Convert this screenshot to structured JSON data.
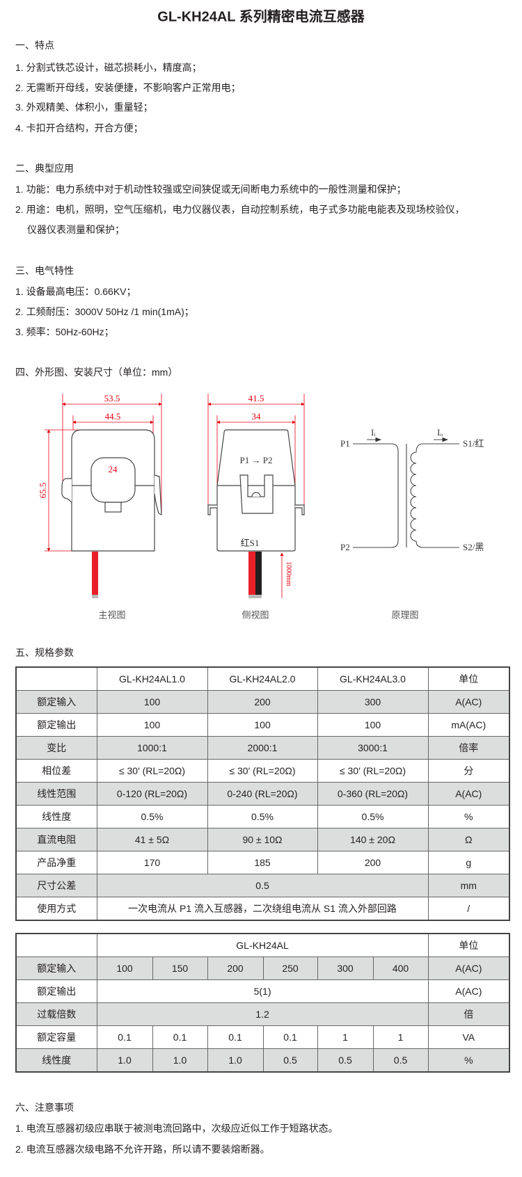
{
  "title": "GL-KH24AL 系列精密电流互感器",
  "sec1": {
    "heading": "一、特点",
    "items": [
      "1. 分割式铁芯设计，磁芯损耗小，精度高；",
      "2. 无需断开母线，安装便捷，不影响客户正常用电；",
      "3. 外观精美、体积小，重量轻；",
      "4. 卡扣开合结构，开合方便；"
    ]
  },
  "sec2": {
    "heading": "二、典型应用",
    "items": [
      "1. 功能：电力系统中对于机动性较强或空间狭促或无间断电力系统中的一般性测量和保护；",
      "2. 用途：电机，照明，空气压缩机，电力仪器仪表，自动控制系统，电子式多功能电能表及现场校验仪，",
      "仪器仪表测量和保护；"
    ]
  },
  "sec3": {
    "heading": "三、电气特性",
    "items": [
      "1. 设备最高电压：0.66KV；",
      "2. 工频耐压：3000V 50Hz /1 min(1mA)；",
      "3. 频率：50Hz-60Hz；"
    ]
  },
  "sec4": {
    "heading": "四、外形图、安装尺寸（单位：mm）",
    "front": {
      "w_outer": "53.5",
      "w_inner": "44.5",
      "window": "24",
      "height": "65.5",
      "caption": "主视图"
    },
    "side": {
      "w_outer": "41.5",
      "w_inner": "34",
      "flow": "P1 → P2",
      "lead": "红S1",
      "wire_len": "1000mm",
      "caption": "侧视图"
    },
    "schematic": {
      "p1": "P1",
      "p2": "P2",
      "ii": "Iᵢ",
      "io": "Iₒ",
      "s1": "S1/红",
      "s2": "S2/黑",
      "caption": "原理图"
    }
  },
  "sec5": {
    "heading": "五、规格参数",
    "table1": {
      "header": [
        "",
        "GL-KH24AL1.0",
        "GL-KH24AL2.0",
        "GL-KH24AL3.0",
        "单位"
      ],
      "rows": [
        [
          "额定输入",
          "100",
          "200",
          "300",
          "A(AC)"
        ],
        [
          "额定输出",
          "100",
          "100",
          "100",
          "mA(AC)"
        ],
        [
          "变比",
          "1000:1",
          "2000:1",
          "3000:1",
          "倍率"
        ],
        [
          "相位差",
          "≤ 30′ (RL=20Ω)",
          "≤ 30′ (RL=20Ω)",
          "≤ 30′ (RL=20Ω)",
          "分"
        ],
        [
          "线性范围",
          "0-120 (RL=20Ω)",
          "0-240 (RL=20Ω)",
          "0-360 (RL=20Ω)",
          "A(AC)"
        ],
        [
          "线性度",
          "0.5%",
          "0.5%",
          "0.5%",
          "%"
        ],
        [
          "直流电阻",
          "41 ± 5Ω",
          "90 ± 10Ω",
          "140 ± 20Ω",
          "Ω"
        ],
        [
          "产品净重",
          "170",
          "185",
          "200",
          "g"
        ]
      ],
      "tolerance": {
        "label": "尺寸公差",
        "value": "0.5",
        "unit": "mm"
      },
      "usage": {
        "label": "使用方式",
        "value": "一次电流从 P1 流入互感器，二次绕组电流从 S1 流入外部回路",
        "unit": "/"
      }
    },
    "table2": {
      "model": "GL-KH24AL",
      "unit_header": "单位",
      "input": {
        "label": "额定输入",
        "values": [
          "100",
          "150",
          "200",
          "250",
          "300",
          "400"
        ],
        "unit": "A(AC)"
      },
      "output": {
        "label": "额定输出",
        "value": "5(1)",
        "unit": "A(AC)"
      },
      "overload": {
        "label": "过载倍数",
        "value": "1.2",
        "unit": "倍"
      },
      "capacity": {
        "label": "额定容量",
        "values": [
          "0.1",
          "0.1",
          "0.1",
          "0.1",
          "1",
          "1"
        ],
        "unit": "VA"
      },
      "linearity": {
        "label": "线性度",
        "values": [
          "1.0",
          "1.0",
          "1.0",
          "0.5",
          "0.5",
          "0.5"
        ],
        "unit": "%"
      }
    }
  },
  "sec6": {
    "heading": "六、注意事项",
    "items": [
      "1. 电流互感器初级应串联于被测电流回路中，次级应近似工作于短路状态。",
      "2. 电流互感器次级电路不允许开路，所以请不要装熔断器。"
    ]
  }
}
